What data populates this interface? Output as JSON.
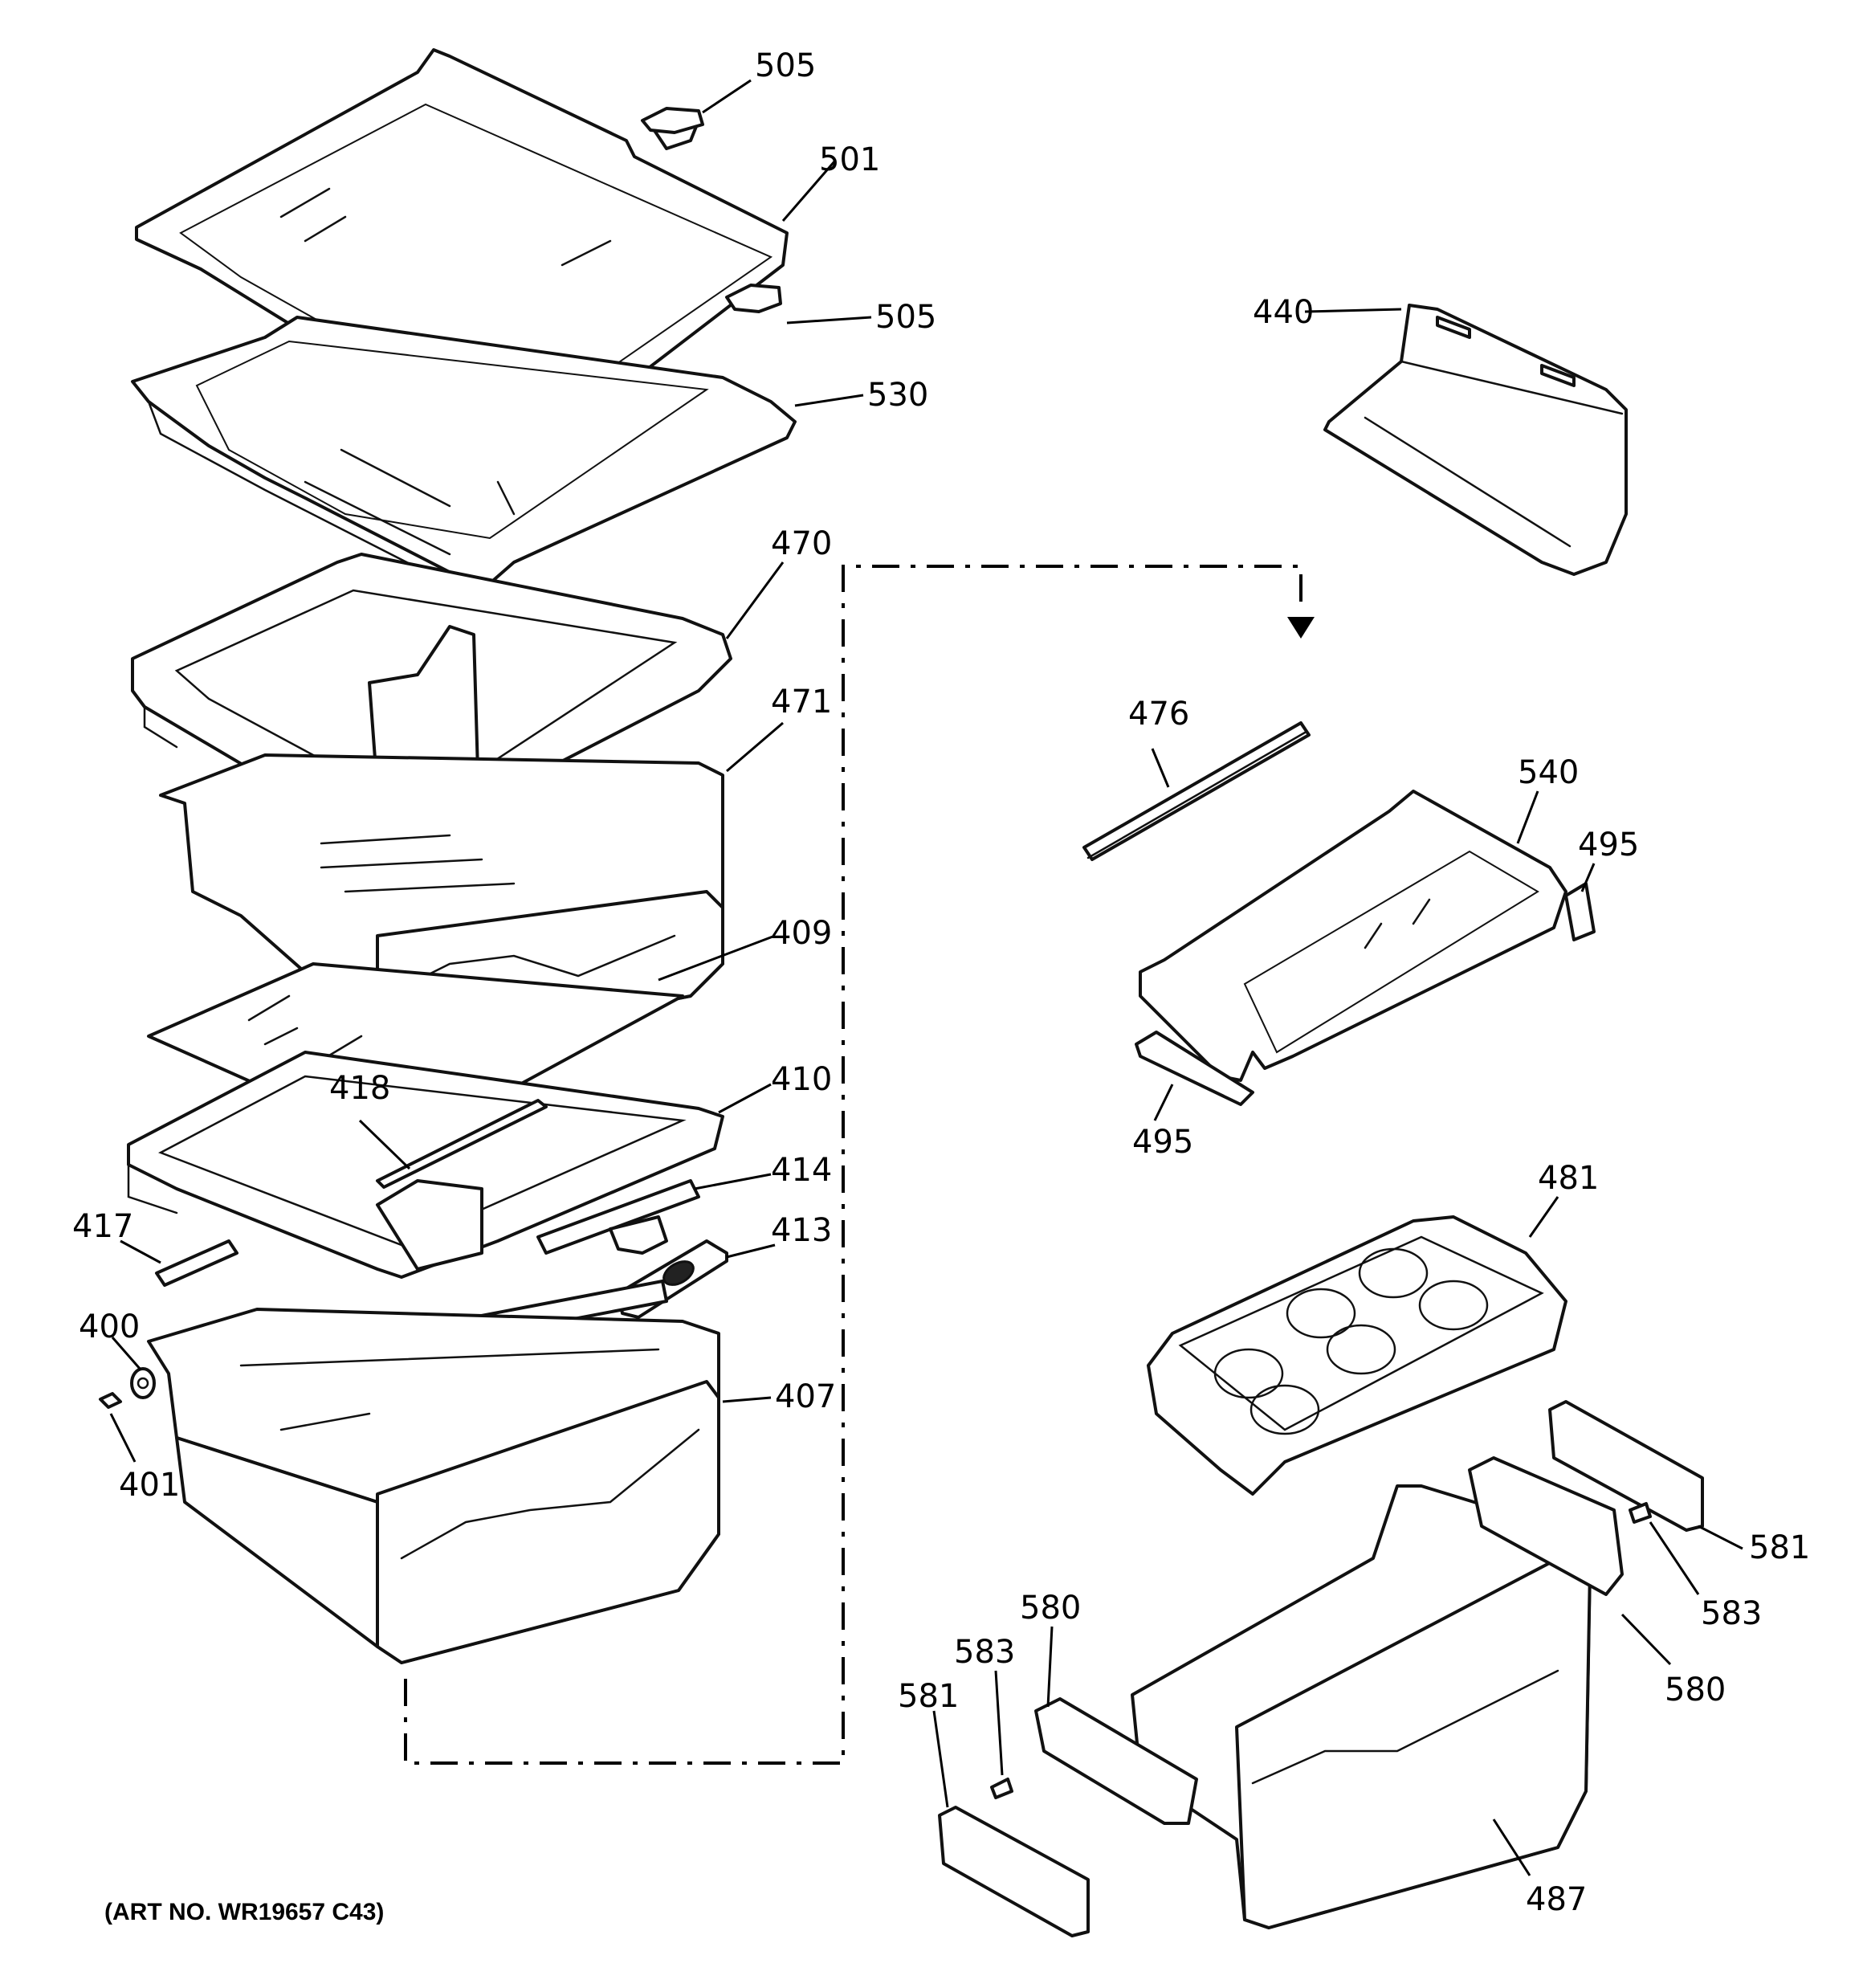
{
  "art_number": "(ART NO. WR19657 C43)",
  "labels": {
    "l505a": "505",
    "l501": "501",
    "l505b": "505",
    "l530": "530",
    "l440": "440",
    "l470": "470",
    "l471": "471",
    "l476": "476",
    "l540": "540",
    "l495a": "495",
    "l409": "409",
    "l495b": "495",
    "l418": "418",
    "l410": "410",
    "l414": "414",
    "l417": "417",
    "l413": "413",
    "l481": "481",
    "l400": "400",
    "l407": "407",
    "l401": "401",
    "l581a": "581",
    "l583a": "583",
    "l580a": "580",
    "l580b": "580",
    "l583b": "583",
    "l581b": "581",
    "l487": "487"
  }
}
